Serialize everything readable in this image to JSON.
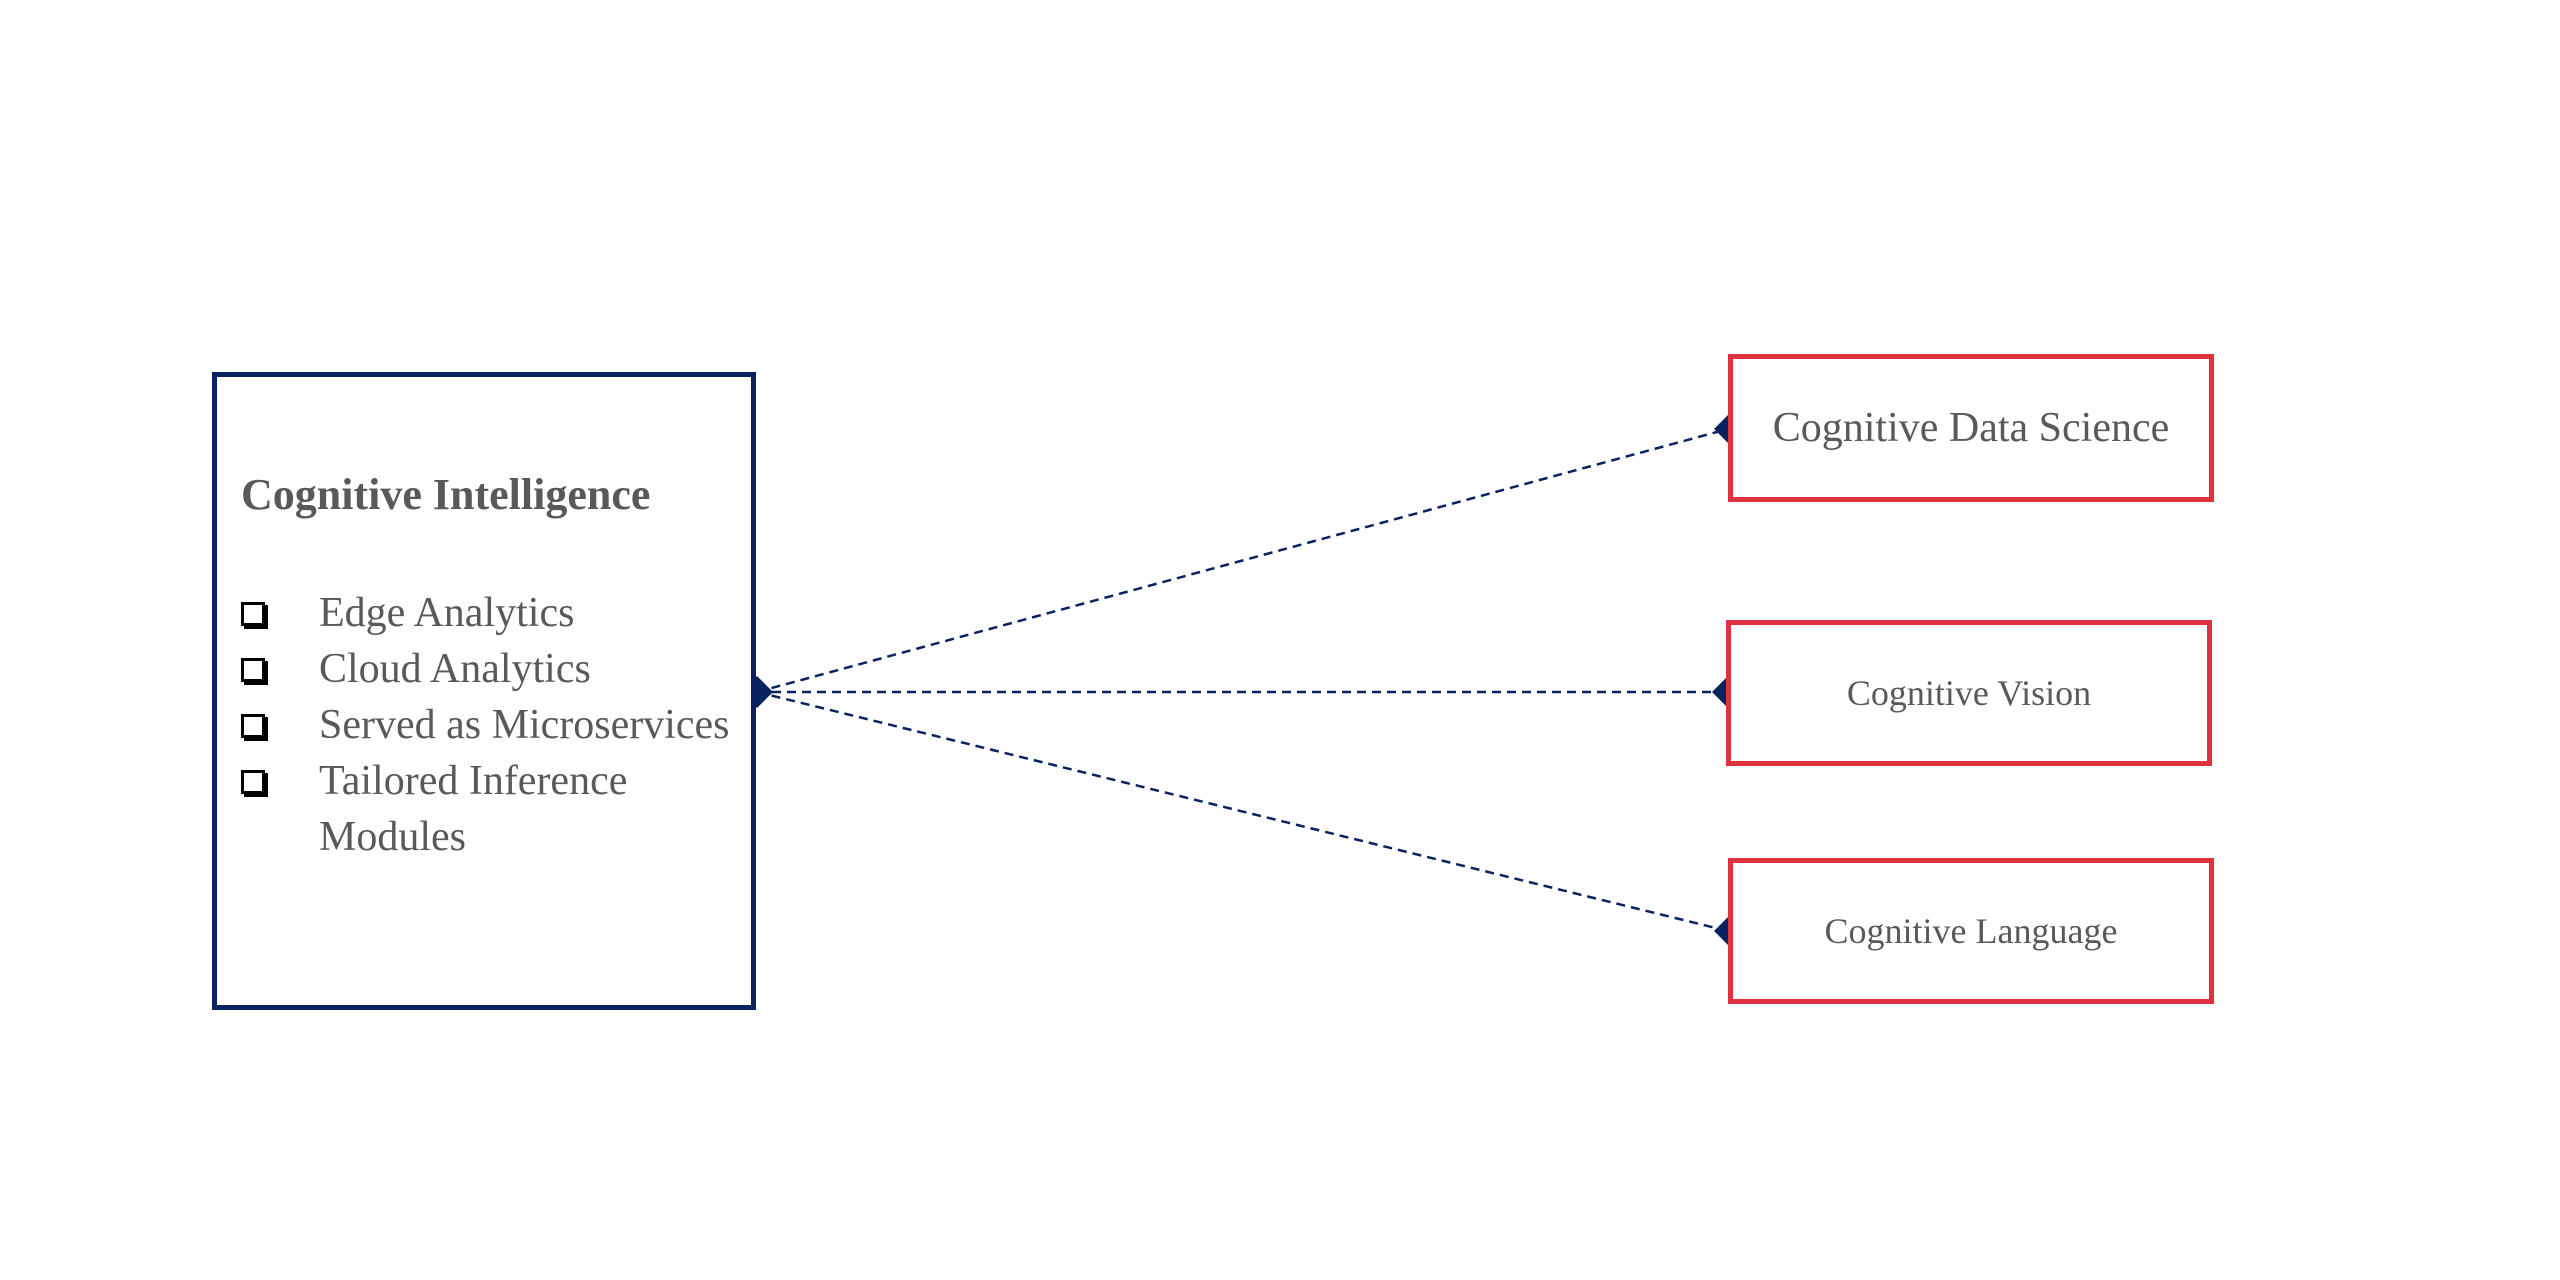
{
  "main": {
    "title": "Cognitive Intelligence",
    "items": [
      "Edge Analytics",
      "Cloud Analytics",
      "Served as Microservices",
      "Tailored Inference Modules"
    ]
  },
  "satellites": [
    {
      "label": "Cognitive Data Science"
    },
    {
      "label": "Cognitive Vision"
    },
    {
      "label": "Cognitive Language"
    }
  ],
  "colors": {
    "main_border": "#0b2260",
    "satellite_border": "#e0313f",
    "connector": "#0b2260",
    "text": "#595959"
  }
}
